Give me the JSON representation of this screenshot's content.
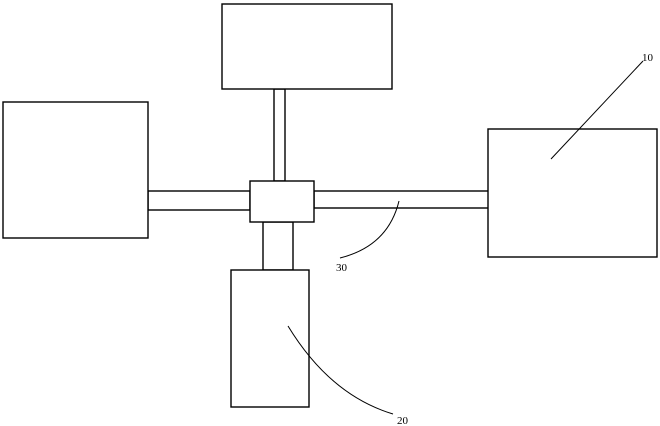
{
  "labels": {
    "box_right": "10",
    "box_bottom": "20",
    "pipe_right": "30"
  }
}
